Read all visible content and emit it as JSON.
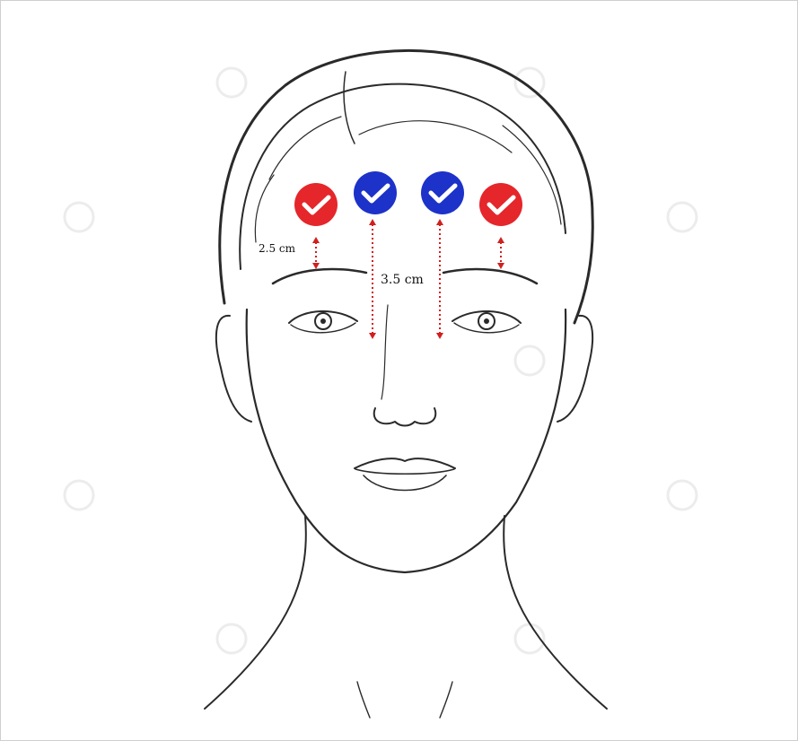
{
  "labels": {
    "lateral_distance": "2.5 cm",
    "central_distance": "3.5 cm"
  },
  "markers": [
    {
      "id": "outer-left",
      "color": "#e5262b"
    },
    {
      "id": "inner-left",
      "color": "#1d32c9"
    },
    {
      "id": "inner-right",
      "color": "#1d32c9"
    },
    {
      "id": "outer-right",
      "color": "#e5262b"
    }
  ],
  "colors": {
    "line_art": "#2a2a2a",
    "arrow": "#d21f1f",
    "watermark": "#ececec"
  }
}
